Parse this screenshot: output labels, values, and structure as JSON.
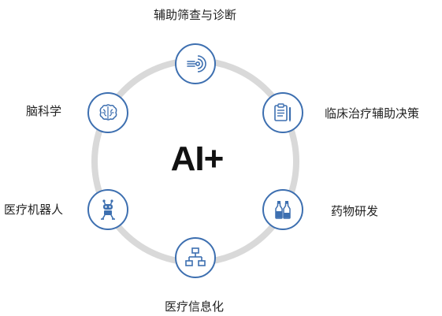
{
  "center": {
    "text": "AI+"
  },
  "nodes": [
    {
      "key": "screening",
      "label": "辅助筛查与诊断",
      "icon": "signal-scan-icon"
    },
    {
      "key": "clinical",
      "label": "临床治疗辅助决策",
      "icon": "clipboard-pen-icon"
    },
    {
      "key": "drug",
      "label": "药物研发",
      "icon": "vials-icon"
    },
    {
      "key": "informatics",
      "label": "医疗信息化",
      "icon": "hierarchy-icon"
    },
    {
      "key": "robot",
      "label": "医疗机器人",
      "icon": "robot-icon"
    },
    {
      "key": "brain",
      "label": "脑科学",
      "icon": "brain-icon"
    }
  ],
  "colors": {
    "ring": "#d9d9d9",
    "accent": "#3d6fb0",
    "text": "#222222"
  }
}
